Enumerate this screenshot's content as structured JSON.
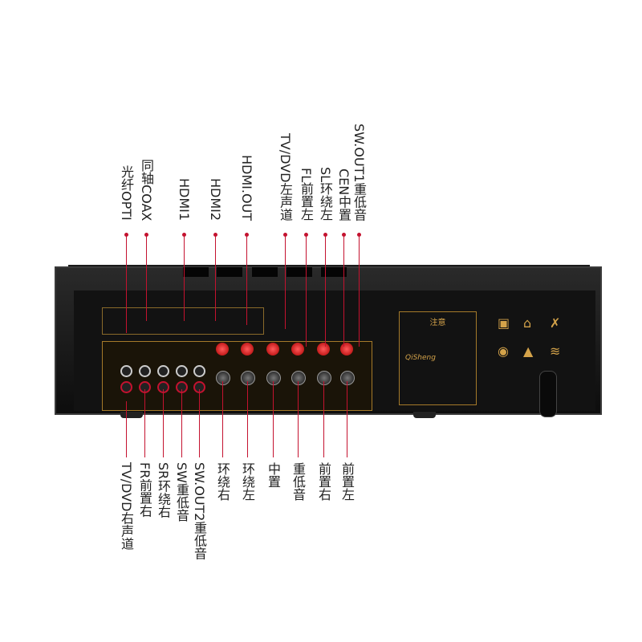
{
  "top_labels": [
    "光纤OPTI",
    "同轴COAX",
    "HDMI1",
    "HDMI2",
    "HDMI.OUT",
    "TV/DVD左声道",
    "FL前置左",
    "SL环绕左",
    "CEN中置",
    "SW.OUT1重低音"
  ],
  "bottom_labels": [
    "TV/DVD右声道",
    "FR前置右",
    "SR环绕右",
    "SW重低音",
    "SW.OUT2重低音",
    "环绕右",
    "环绕左",
    "中置",
    "重低音",
    "前置右",
    "前置左"
  ],
  "panel": {
    "notice": "注意",
    "brand": "QiSheng"
  },
  "colors": {
    "callout_line": "#c4122f",
    "panel_gold": "#d4a34a"
  }
}
